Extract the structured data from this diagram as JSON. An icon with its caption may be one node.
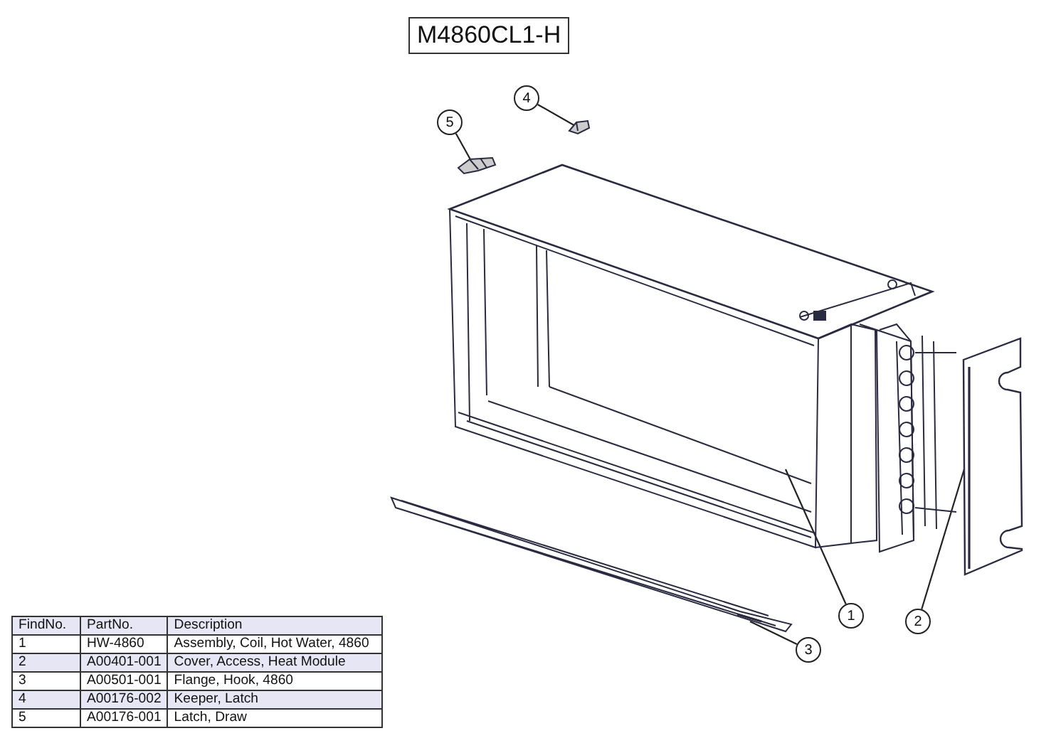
{
  "diagram": {
    "title": "M4860CL1-H",
    "nodes": [
      {
        "text": [
          "4"
        ]
      },
      {
        "text": [
          "5"
        ]
      },
      {
        "text": [
          "1"
        ]
      },
      {
        "text": [
          "2"
        ]
      },
      {
        "text": [
          "3"
        ]
      },
      {
        "text": [],
        "shape": "picture"
      },
      {
        "text": [],
        "shape": "picture"
      },
      {
        "text": [],
        "shape": "picture"
      },
      {
        "text": [],
        "shape": "picture"
      },
      {
        "text": [],
        "shape": "picture"
      }
    ],
    "edges": [
      {
        "from": 0,
        "to": 8,
        "arrow": "none"
      },
      {
        "from": 1,
        "to": 7,
        "arrow": "none"
      },
      {
        "from": 2,
        "to": 6,
        "arrow": "none"
      },
      {
        "from": 3,
        "to": 9,
        "arrow": "none"
      },
      {
        "from": 4,
        "to": 5,
        "arrow": "none"
      }
    ],
    "labels": [
      "FindNo.",
      "PartNo.",
      "Description",
      "1",
      "HW-4860",
      "Assembly, Coil, Hot Water, 4860",
      "2",
      "A00401-001",
      "Cover, Access, Heat Module",
      "3",
      "A00501-001",
      "Flange, Hook, 4860",
      "4",
      "A00176-002",
      "Keeper, Latch",
      "5",
      "A00176-001",
      "Latch, Draw"
    ]
  }
}
